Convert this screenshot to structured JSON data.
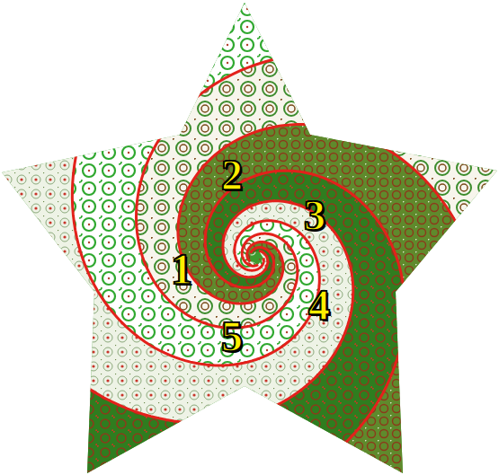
{
  "diagram": {
    "labels": [
      "2",
      "3",
      "1",
      "4",
      "5"
    ]
  }
}
